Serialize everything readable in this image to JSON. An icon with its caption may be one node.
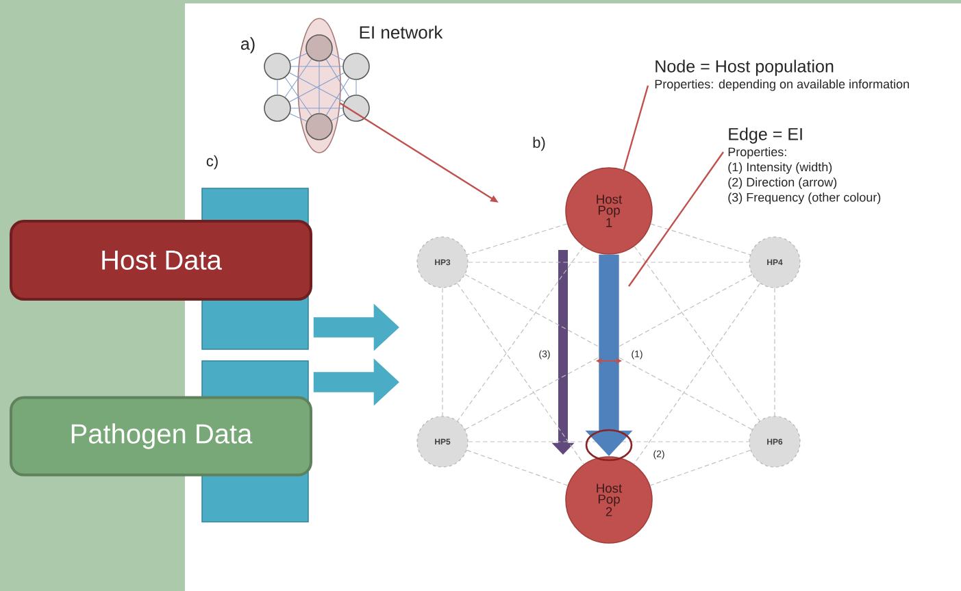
{
  "diagram": {
    "nodes": [
      {
        "text": [
          "Host Data"
        ]
      },
      {
        "text": [
          "Pathogen Data"
        ]
      },
      {
        "text": [],
        "shape": "bar"
      },
      {
        "text": [],
        "shape": "bar"
      },
      {
        "text": [],
        "shape": "ellipse"
      },
      {
        "text": [],
        "shape": "circle",
        "in": 4
      },
      {
        "text": [],
        "shape": "circle"
      },
      {
        "text": [],
        "shape": "circle"
      },
      {
        "text": [],
        "shape": "circle"
      },
      {
        "text": [],
        "shape": "circle"
      },
      {
        "text": [],
        "shape": "circle",
        "in": 4
      },
      {
        "text": [
          "Host Pop 1"
        ]
      },
      {
        "text": [
          "HP3"
        ]
      },
      {
        "text": [
          "HP4"
        ]
      },
      {
        "text": [
          "HP5"
        ]
      },
      {
        "text": [
          "HP6"
        ]
      },
      {
        "text": [
          "Host Pop 2"
        ]
      },
      {
        "text": [
          "Node = Host population",
          "Properties: depending on available information"
        ]
      },
      {
        "text": [
          "Edge = EI",
          "Properties:",
          "(1) Intensity (width)",
          "(2) Direction (arrow)",
          "(3) Frequency (other colour)"
        ]
      }
    ],
    "edges": [
      {
        "from": 5,
        "to": 6,
        "arrow": "none",
        "color": "#7f9fcf"
      },
      {
        "from": 5,
        "to": 7,
        "arrow": "none",
        "color": "#7f9fcf"
      },
      {
        "from": 5,
        "to": 8,
        "arrow": "none",
        "color": "#7f9fcf"
      },
      {
        "from": 5,
        "to": 9,
        "arrow": "none",
        "color": "#7f9fcf"
      },
      {
        "from": 5,
        "to": 10,
        "arrow": "none",
        "color": "#7f9fcf"
      },
      {
        "from": 6,
        "to": 7,
        "arrow": "none",
        "color": "#7f9fcf"
      },
      {
        "from": 6,
        "to": 8,
        "arrow": "none",
        "color": "#7f9fcf"
      },
      {
        "from": 6,
        "to": 9,
        "arrow": "none",
        "color": "#7f9fcf"
      },
      {
        "from": 6,
        "to": 10,
        "arrow": "none",
        "color": "#7f9fcf"
      },
      {
        "from": 7,
        "to": 8,
        "arrow": "none",
        "color": "#7f9fcf"
      },
      {
        "from": 7,
        "to": 9,
        "arrow": "none",
        "color": "#7f9fcf"
      },
      {
        "from": 7,
        "to": 10,
        "arrow": "none",
        "color": "#7f9fcf"
      },
      {
        "from": 8,
        "to": 9,
        "arrow": "none",
        "color": "#7f9fcf"
      },
      {
        "from": 8,
        "to": 10,
        "arrow": "none",
        "color": "#7f9fcf"
      },
      {
        "from": 9,
        "to": 10,
        "arrow": "none",
        "color": "#7f9fcf"
      },
      {
        "from": 11,
        "to": 12,
        "arrow": "none",
        "style": "dashed",
        "color": "#bfbfbf"
      },
      {
        "from": 11,
        "to": 13,
        "arrow": "none",
        "style": "dashed",
        "color": "#bfbfbf"
      },
      {
        "from": 11,
        "to": 14,
        "arrow": "none",
        "style": "dashed",
        "color": "#bfbfbf"
      },
      {
        "from": 11,
        "to": 15,
        "arrow": "none",
        "style": "dashed",
        "color": "#bfbfbf"
      },
      {
        "from": 12,
        "to": 13,
        "arrow": "none",
        "style": "dashed",
        "color": "#bfbfbf"
      },
      {
        "from": 12,
        "to": 14,
        "arrow": "none",
        "style": "dashed",
        "color": "#bfbfbf"
      },
      {
        "from": 12,
        "to": 15,
        "arrow": "none",
        "style": "dashed",
        "color": "#bfbfbf"
      },
      {
        "from": 12,
        "to": 16,
        "arrow": "none",
        "style": "dashed",
        "color": "#bfbfbf"
      },
      {
        "from": 13,
        "to": 14,
        "arrow": "none",
        "style": "dashed",
        "color": "#bfbfbf"
      },
      {
        "from": 13,
        "to": 15,
        "arrow": "none",
        "style": "dashed",
        "color": "#bfbfbf"
      },
      {
        "from": 13,
        "to": 16,
        "arrow": "none",
        "style": "dashed",
        "color": "#bfbfbf"
      },
      {
        "from": 14,
        "to": 15,
        "arrow": "none",
        "style": "dashed",
        "color": "#bfbfbf"
      },
      {
        "from": 14,
        "to": 16,
        "arrow": "none",
        "style": "dashed",
        "color": "#bfbfbf"
      },
      {
        "from": 15,
        "to": 16,
        "arrow": "none",
        "style": "dashed",
        "color": "#bfbfbf"
      },
      {
        "from": 11,
        "to": 16,
        "arrow": "to",
        "style": "thick",
        "color": "#4f81bd"
      },
      {
        "from": 17,
        "to": 11,
        "arrow": "none",
        "color": "#c0504d"
      },
      {
        "from": 18,
        "to": null,
        "arrow": "none",
        "color": "#c0504d"
      },
      {
        "from": 4,
        "to": null,
        "arrow": "to",
        "color": "#c0504d"
      },
      {
        "from": 2,
        "to": null,
        "arrow": "to",
        "style": "thick",
        "color": "#4bacc6"
      },
      {
        "from": 3,
        "to": null,
        "arrow": "to",
        "style": "thick",
        "color": "#4bacc6"
      }
    ],
    "labels": [
      "a)",
      "EI network",
      "b)",
      "c)",
      "(3)",
      "(1)",
      "(2)"
    ]
  }
}
